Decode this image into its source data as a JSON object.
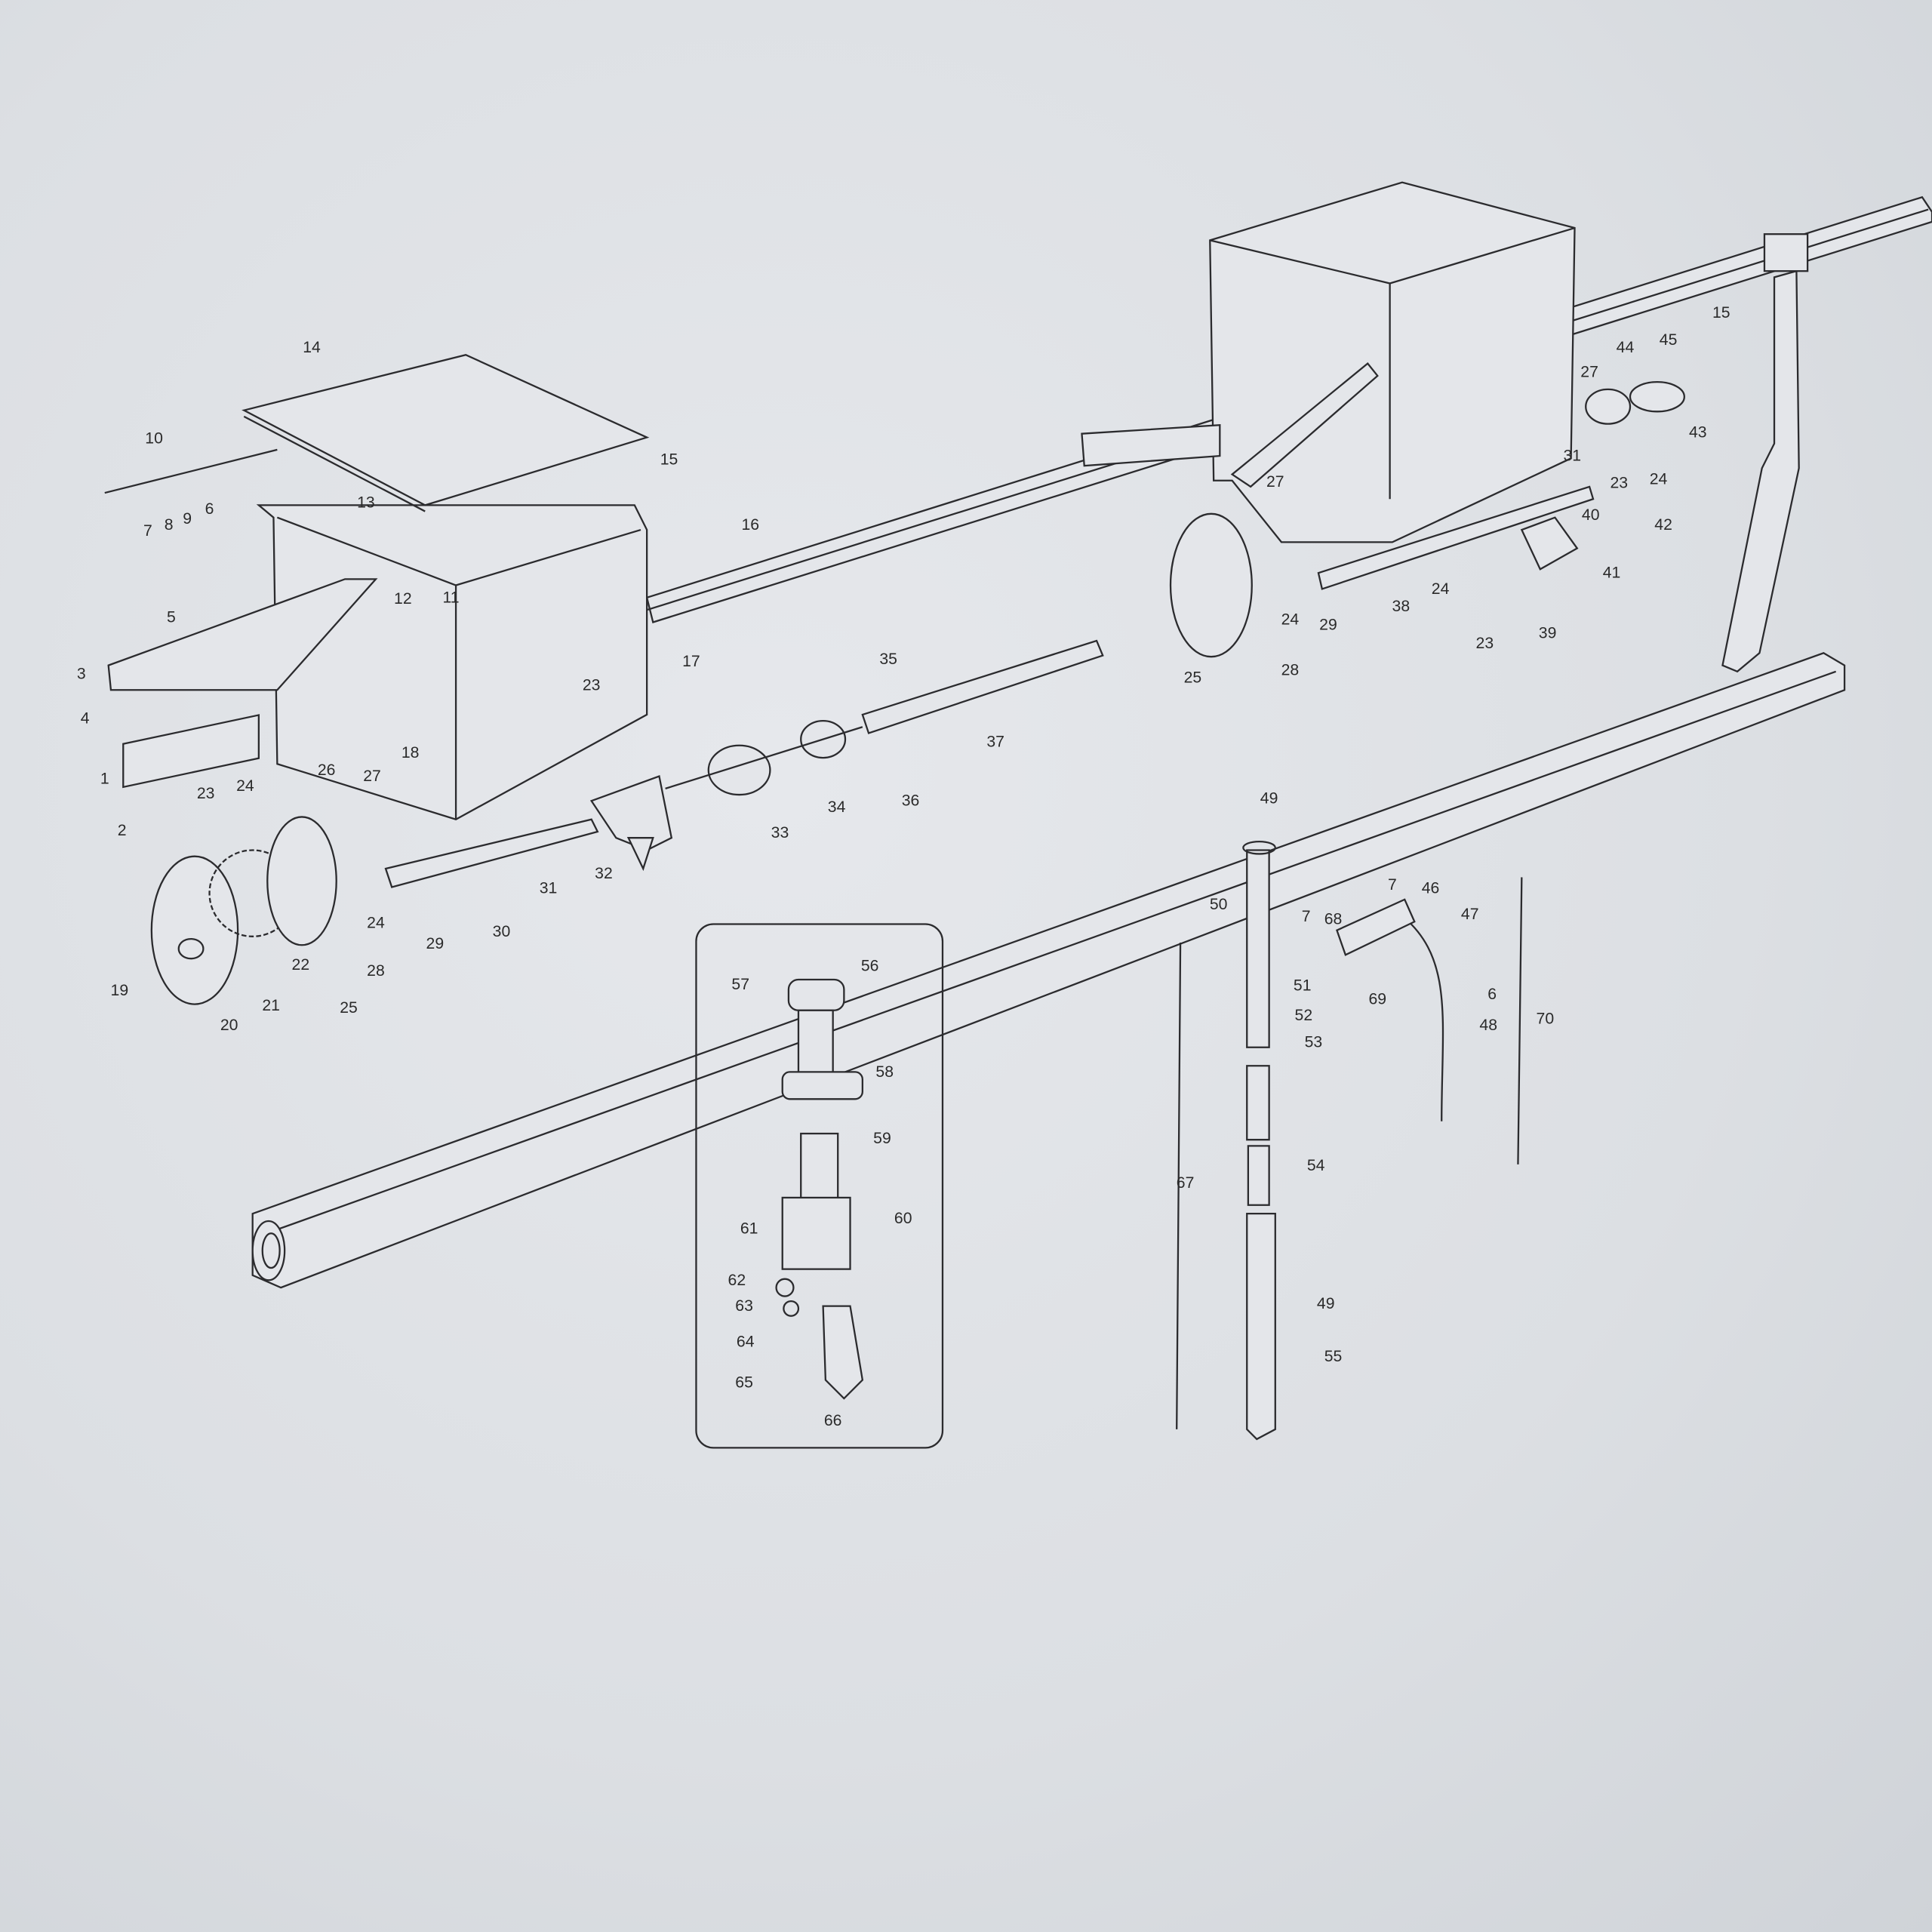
{
  "diagram": {
    "type": "exploded parts diagram",
    "callouts": [
      "14",
      "10",
      "15",
      "13",
      "7",
      "8",
      "9",
      "6",
      "16",
      "12",
      "11",
      "5",
      "3",
      "4",
      "17",
      "23",
      "18",
      "1",
      "2",
      "23",
      "24",
      "26",
      "27",
      "32",
      "31",
      "33",
      "34",
      "36",
      "35",
      "37",
      "30",
      "29",
      "24",
      "28",
      "25",
      "22",
      "21",
      "20",
      "19",
      "27",
      "27",
      "44",
      "45",
      "15",
      "43",
      "23",
      "24",
      "31",
      "40",
      "42",
      "41",
      "24",
      "29",
      "38",
      "24",
      "23",
      "39",
      "28",
      "25",
      "49",
      "50",
      "7",
      "46",
      "7",
      "68",
      "47",
      "69",
      "6",
      "70",
      "48",
      "51",
      "52",
      "53",
      "54",
      "67",
      "49",
      "55",
      "57",
      "56",
      "58",
      "59",
      "60",
      "61",
      "62",
      "63",
      "64",
      "65",
      "66"
    ]
  }
}
